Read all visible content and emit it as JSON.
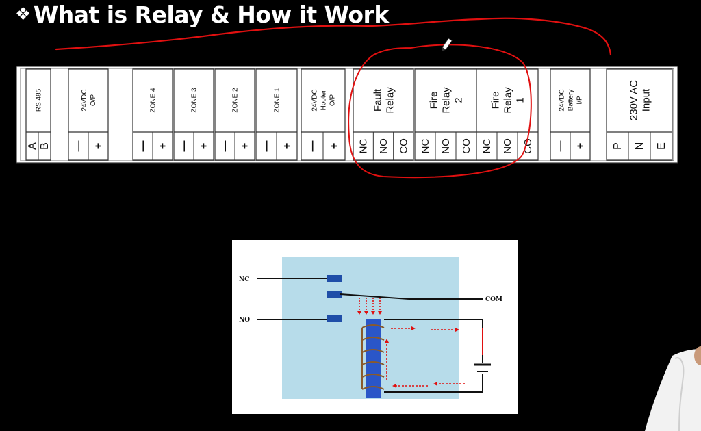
{
  "title": {
    "bullet": "❖",
    "text": "What is Relay & How it Work"
  },
  "terminal_block": {
    "groups": [
      {
        "label": "RS 485",
        "pins": [
          "A",
          "B"
        ]
      },
      {
        "label": "24VDC O/P",
        "pins": [
          "—",
          "+"
        ]
      },
      {
        "label": "ZONE 4",
        "pins": [
          "—",
          "+"
        ]
      },
      {
        "label": "ZONE 3",
        "pins": [
          "—",
          "+"
        ]
      },
      {
        "label": "ZONE 2",
        "pins": [
          "—",
          "+"
        ]
      },
      {
        "label": "ZONE 1",
        "pins": [
          "—",
          "+"
        ]
      },
      {
        "label": "24VDC Hooter O/P",
        "pins": [
          "—",
          "+"
        ]
      },
      {
        "label": "Fault Relay",
        "pins": [
          "NC",
          "NO",
          "CO"
        ]
      },
      {
        "label": "Fire Relay 2",
        "pins": [
          "NC",
          "NO",
          "CO"
        ]
      },
      {
        "label": "Fire Relay 1",
        "pins": [
          "NC",
          "NO",
          "CO"
        ]
      },
      {
        "label": "24VDC Battery I/P",
        "pins": [
          "—",
          "+"
        ]
      },
      {
        "label": "230V AC Input",
        "pins": [
          "P",
          "N",
          "E"
        ]
      }
    ]
  },
  "relay_diagram": {
    "nc_label": "NC",
    "no_label": "NO",
    "com_label": "COM"
  },
  "colors": {
    "background": "#000000",
    "annotation": "#e01010",
    "strip_bg": "#ffffff",
    "relay_box": "#b7dcea",
    "coil": "#2a56c8"
  }
}
